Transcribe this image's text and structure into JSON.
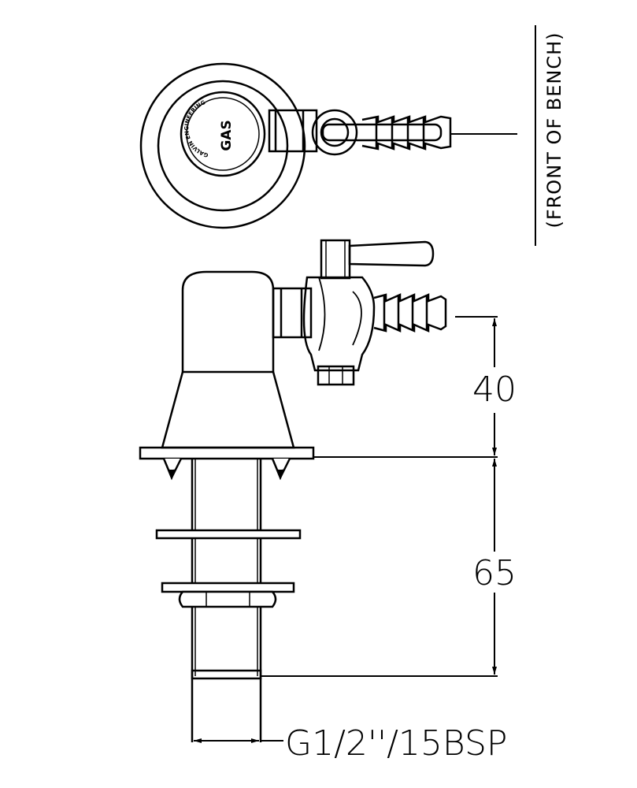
{
  "plan_view": {
    "badge_text": "GAS",
    "maker_text": "GALVIN ENGINEERING",
    "side_label": "(FRONT OF BENCH)"
  },
  "dimensions": {
    "height_above_bench": "40",
    "shank_length": "65",
    "thread_spec": "G1/2''/15BSP"
  }
}
